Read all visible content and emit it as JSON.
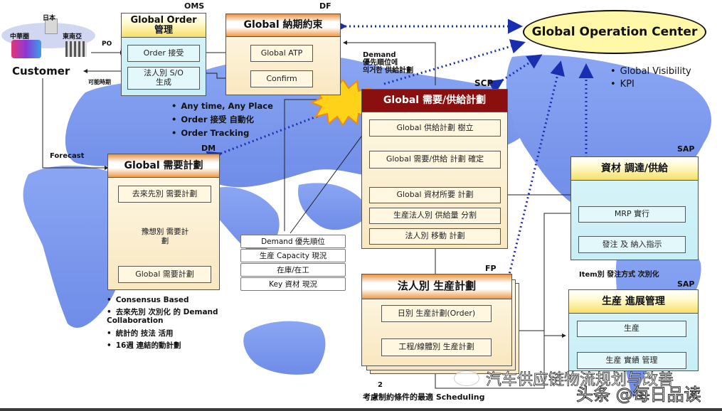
{
  "diagram": {
    "colors": {
      "map_land": "#7f9cf0",
      "cyan_box": "#d4f3f8",
      "cream_box": "#fbecc6",
      "dark_red_header": "#8a0f0f",
      "goc_fill": "#fff8a8",
      "dotted_arrow": "#1a2fb0"
    },
    "customer": {
      "label": "Customer",
      "regions": [
        "日本",
        "中華圈",
        "東南亞"
      ],
      "po_label": "PO",
      "return_label": "可能時期",
      "forecast_label": "Forecast"
    },
    "oms": {
      "tag": "OMS",
      "title": "Global Order 管理",
      "items": [
        "Order 接受",
        "法人別 S/O 生成"
      ]
    },
    "oms_bullets": [
      "Any time, Any Place",
      "Order 接受 自動化",
      "Order Tracking"
    ],
    "df": {
      "tag": "DF",
      "title": "Global 納期約束",
      "items": [
        "Global ATP",
        "Confirm"
      ]
    },
    "demand_note": {
      "lines": [
        "Demand",
        "優先順位에",
        "의거한 供給計劃"
      ]
    },
    "goc": {
      "title": "Global Operation Center",
      "bullets": [
        "Global Visibility",
        "KPI"
      ]
    },
    "scp": {
      "tag": "SCP",
      "title": "Global 需要/供給計劃",
      "items": [
        "Global 供給計劃 樹立",
        "Global 需要/供給 計劃 確定",
        "Global 資材所要 計劃",
        "生産法人別 供給量 分割",
        "法人別 移動 計劃"
      ]
    },
    "dm": {
      "tag": "DM",
      "title": "Global 需要計劃",
      "items": [
        "去來先別 需要計劃",
        "豫想別 需要計劃",
        "Global 需要計劃"
      ]
    },
    "dm_bullets": [
      "Consensus Based",
      "去來先別 次別化 的 Demand Collaboration",
      "統計的 技法 活用",
      "16週 連結的動計劃"
    ],
    "constraints": [
      "Demand 優先順位",
      "生産 Capacity 現況",
      "在庫/在工",
      "Key 資材 現況"
    ],
    "fp": {
      "tag": "FP",
      "title": "法人別 生産計劃",
      "items": [
        "日別 生産計劃(Order)",
        "工程/線體別 生産計劃"
      ],
      "footnote_num": "2",
      "footnote": "考慮制約條件的最適 Scheduling"
    },
    "sap_material": {
      "tag": "SAP",
      "title": "資材 調達/供給",
      "items": [
        "MRP 實行",
        "發注 及 納入指示"
      ],
      "note": "Item別 發注方式 次別化"
    },
    "sap_production": {
      "tag": "SAP",
      "title": "生産 進展管理",
      "items": [
        "生産",
        "生産 實績 管理"
      ]
    },
    "watermarks": [
      "汽车供应链物流规划与改善",
      "头条 @每日品读"
    ]
  }
}
